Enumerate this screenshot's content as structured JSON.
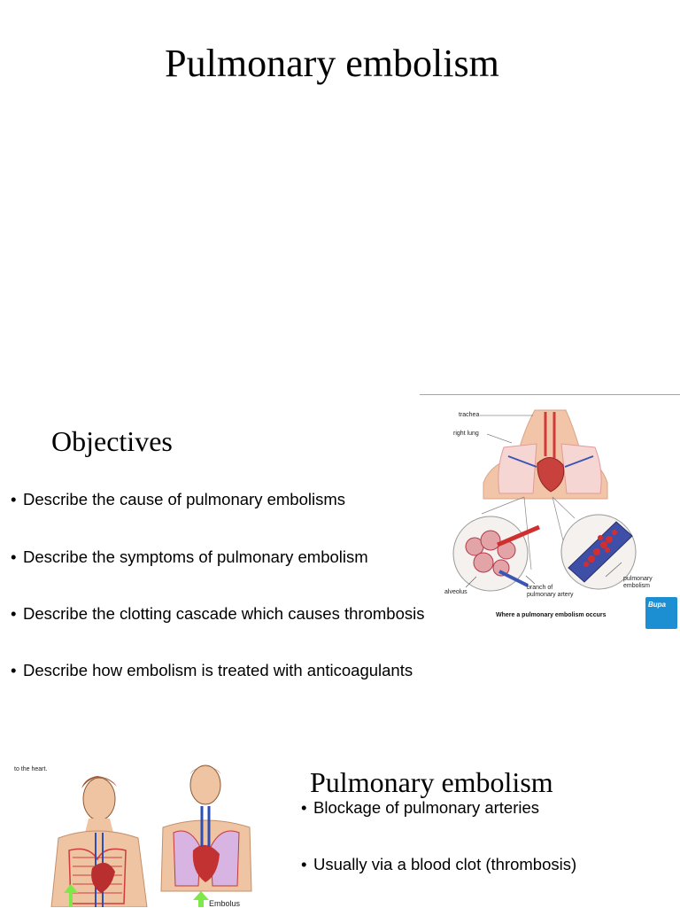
{
  "slide1": {
    "title": "Pulmonary embolism"
  },
  "slide2": {
    "title": "Objectives",
    "bullets": [
      "Describe the cause of pulmonary embolisms",
      "Describe the symptoms of pulmonary embolism",
      "Describe the clotting cascade which causes thrombosis",
      "Describe how embolism is treated with anticoagulants"
    ],
    "figure": {
      "labels": {
        "trachea": "trachea",
        "right_lung": "right lung",
        "alveolus": "alveolus",
        "branch": "branch of\npulmonary artery",
        "embolism": "pulmonary\nembolism"
      },
      "caption": "Where a pulmonary embolism occurs",
      "logo": "Bupa"
    }
  },
  "slide3": {
    "title": "Pulmonary embolism",
    "bullets": [
      "Blockage of pulmonary arteries",
      "Usually via a blood clot (thrombosis)"
    ],
    "figure": {
      "top_label": "to the heart.",
      "embolus_label": "Embolus"
    }
  },
  "colors": {
    "accent_line": "#7fb0da",
    "logo_blue": "#1b8fd2",
    "arrow_green": "#7ee84a"
  }
}
